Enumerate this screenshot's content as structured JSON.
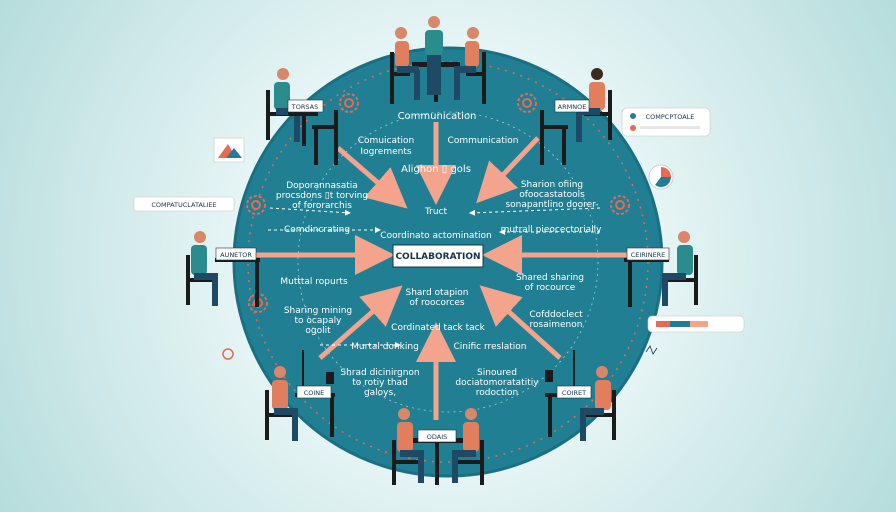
{
  "center": {
    "label": "COLLABORATION"
  },
  "node_labels": {
    "top_left": "TORSAS",
    "top_right": "ARMNOE",
    "left": "AUNETOR",
    "right": "CEIRINERE",
    "bottom_left": "COINE",
    "bottom_right": "COIRET",
    "bottom": "ODAIS"
  },
  "side_labels": {
    "left_tag": "COMPATUCLATALIEE",
    "right_tag": "COMPCPTOALE"
  },
  "inner_texts": {
    "t1": "Communication",
    "t2a": "Comuication",
    "t2b": "Iogrements",
    "t3": "Communication",
    "t4": "Alighon ▯ gols",
    "t5a": "Doporannasatia",
    "t5b": "procsdons ▯t torving",
    "t5c": "of fororarchis",
    "t6a": "Sharion ofiing",
    "t6b": "ofoocastatools",
    "t6c": "sonapantlino doorer-",
    "t7": "Truct",
    "t8": "Comdincrating",
    "t9": "Coordinato actomination",
    "t10": "mutrall pieocectorially",
    "t11": "Mutttal ropurts",
    "t12a": "Shard otapion",
    "t12b": "of roocorces",
    "t13a": "Shared sharing",
    "t13b": "of rocource",
    "t14a": "Sharing mining",
    "t14b": "to ocapaly",
    "t14c": "ogolit",
    "t15": "Cordinated tack tack",
    "t16a": "Cofddoclect",
    "t16b": "rosaimenon",
    "t17": "Murtal donking",
    "t18": "Cinific rreslation",
    "t19a": "Shrad dicinirgnon",
    "t19b": "to rotiy thad",
    "t19c": "galoys,",
    "t20a": "Sinoured",
    "t20b": "dociatomoratatitiy",
    "t20c": "rodoction"
  },
  "colors": {
    "circle": "#207f93",
    "circle_stroke": "#1b6f82",
    "arrow": "#f4a48c",
    "person_skin": "#d9866b",
    "shirt_orange": "#e07e5e",
    "shirt_teal": "#2a8c8c",
    "pants": "#1f4a66",
    "chair": "#1b1b1b",
    "dots": "#e66a55"
  }
}
